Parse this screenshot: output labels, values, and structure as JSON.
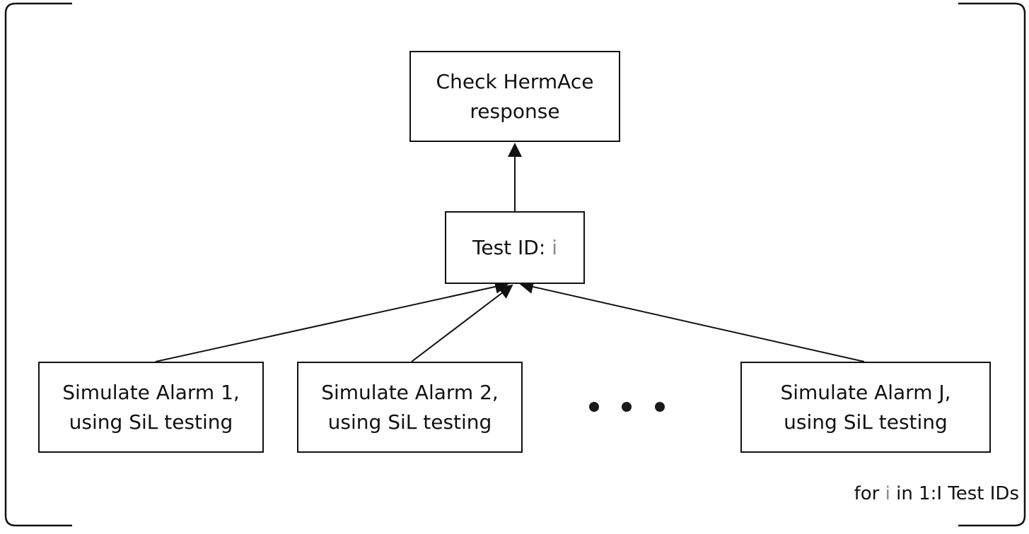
{
  "nodes": {
    "check_response": {
      "line1": "Check HermAce",
      "line2": "response"
    },
    "test_id": {
      "prefix": "Test ID: ",
      "variable": "i"
    },
    "alarm_1": {
      "line1": "Simulate Alarm 1,",
      "line2": "using SiL testing"
    },
    "alarm_2": {
      "line1": "Simulate Alarm 2,",
      "line2": "using SiL testing"
    },
    "alarm_j": {
      "line1": "Simulate Alarm J,",
      "line2": "using SiL testing"
    }
  },
  "loop_label": {
    "prefix": "for ",
    "variable": "i",
    "suffix": " in 1:I Test IDs"
  },
  "colors": {
    "stroke": "#111111",
    "variable": "#8a8a8a",
    "background": "#ffffff"
  }
}
